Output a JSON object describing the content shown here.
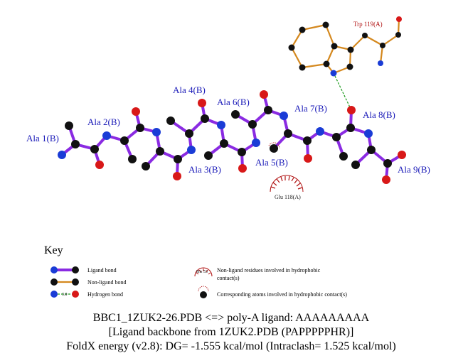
{
  "residue_labels": [
    "Ala 1(B)",
    "Ala 2(B)",
    "Ala 3(B)",
    "Ala 4(B)",
    "Ala 5(B)",
    "Ala 6(B)",
    "Ala 7(B)",
    "Ala 8(B)",
    "Ala 9(B)"
  ],
  "nonligand_residue": "Trp 119(A)",
  "hydrophobic_residue": "Glu 118(A)",
  "key": {
    "title": "Key",
    "ligand_bond": "Ligand bond",
    "nonligand_bond": "Non-ligand bond",
    "hydrogen_bond": "Hydrogen bond",
    "hbond_distance": "3.0",
    "his_example": "His 53",
    "nonligand_hydrophobic_1": "Non-ligand residues involved in hydrophobic",
    "nonligand_hydrophobic_2": "contact(s)",
    "corresponding_atoms": "Corresponding atoms involved in hydrophobic contact(s)"
  },
  "caption": {
    "line1": "BBC1_1ZUK2-26.PDB <=> poly-A ligand: AAAAAAAAA",
    "line2": "[Ligand backbone from 1ZUK2.PDB (PAPPPPPHR)]",
    "line3": "FoldX energy (v2.8): DG= -1.555 kcal/mol (Intraclash= 1.525 kcal/mol)"
  },
  "colors": {
    "ligand_bond": "#8a2be2",
    "nonligand_bond": "#d4881e",
    "hydrogen_bond": "#1a9a1a",
    "carbon": "#111111",
    "nitrogen": "#1a3cd6",
    "oxygen": "#d81818",
    "label": "#1a1ab8",
    "nonligand_label": "#b01010",
    "hydrophobic": "#b01010"
  }
}
